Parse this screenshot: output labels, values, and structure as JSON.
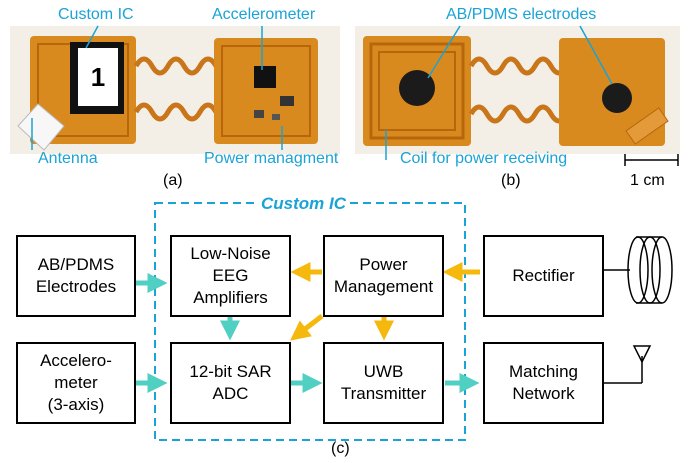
{
  "figure": {
    "photo_a": {
      "labels": {
        "custom_ic": "Custom IC",
        "accelerometer": "Accelerometer",
        "antenna": "Antenna",
        "power": "Power managment",
        "chip_mark": "1"
      },
      "caption": "(a)"
    },
    "photo_b": {
      "labels": {
        "electrodes": "AB/PDMS electrodes",
        "coil": "Coil for power receiving"
      },
      "caption": "(b)"
    },
    "scale_bar": "1 cm",
    "diagram": {
      "custom_ic_title": "Custom IC",
      "blocks": {
        "electrodes": "AB/PDMS\nElectrodes",
        "amplifiers": "Low-Noise\nEEG\nAmplifiers",
        "power_mgmt": "Power\nManagement",
        "rectifier": "Rectifier",
        "accelerometer": "Accelero-\nmeter\n(3-axis)",
        "adc": "12-bit SAR\nADC",
        "uwb": "UWB\nTransmitter",
        "matching": "Matching\nNetwork"
      },
      "caption": "(c)"
    },
    "colors": {
      "label_blue": "#1aa3d6",
      "teal_arrow": "#4fd0c2",
      "orange_arrow": "#f5b80c",
      "board_orange": "#d98a1e"
    }
  }
}
